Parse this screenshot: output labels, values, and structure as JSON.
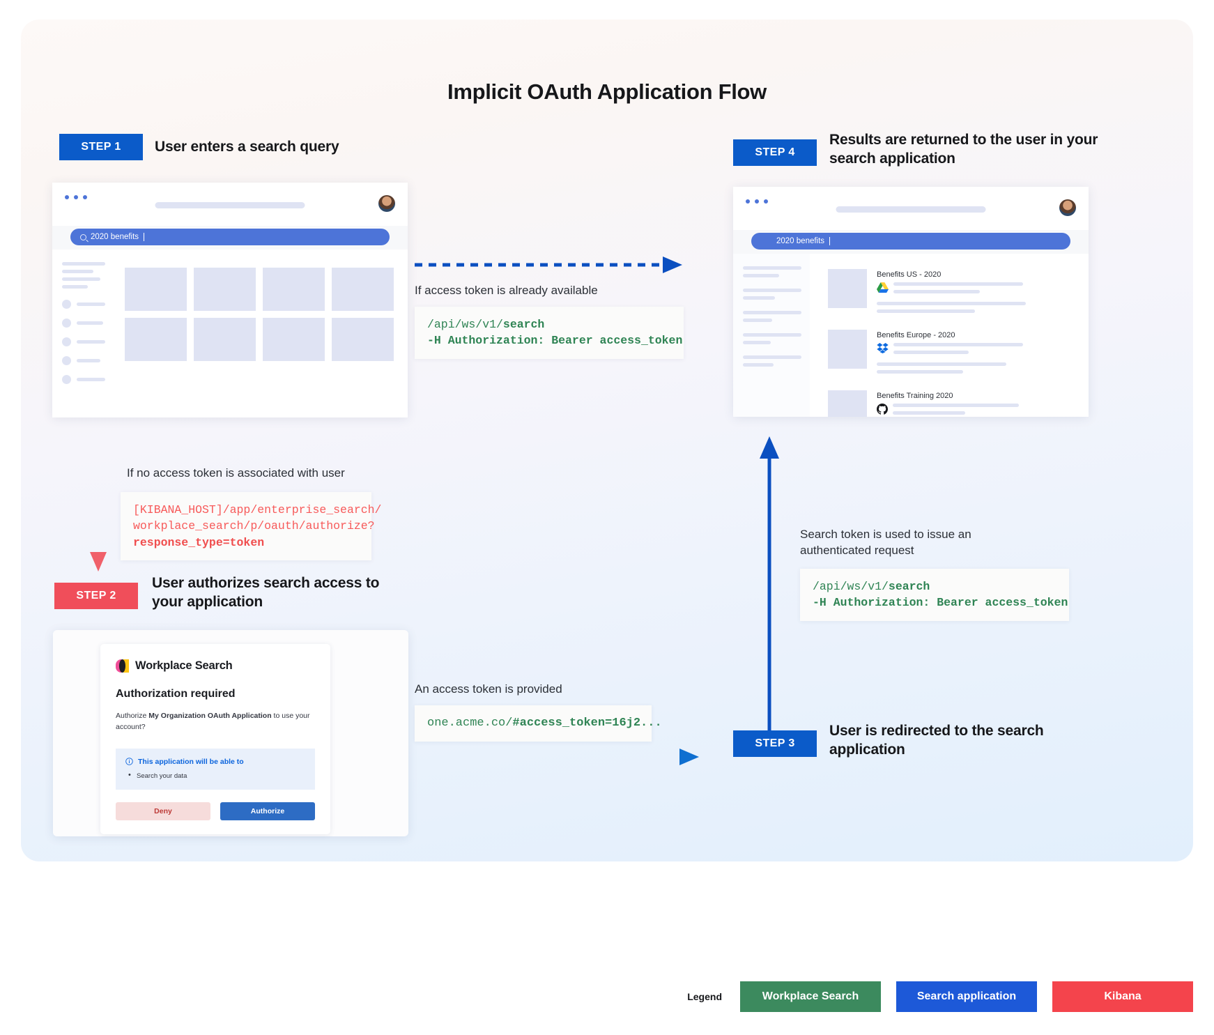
{
  "title": "Implicit OAuth Application Flow",
  "steps": {
    "step1": {
      "pill": "STEP 1",
      "heading": "User enters a search query"
    },
    "step2": {
      "pill": "STEP 2",
      "heading": "User authorizes search access to your application"
    },
    "step3": {
      "pill": "STEP 3",
      "heading": "User is redirected to the search application"
    },
    "step4": {
      "pill": "STEP 4",
      "heading": "Results are returned to the user in your search application"
    }
  },
  "mock1": {
    "search_query": "2020 benefits"
  },
  "mock4": {
    "search_query": "2020 benefits",
    "results": [
      {
        "title": "Benefits US - 2020",
        "icon": "google-drive-icon"
      },
      {
        "title": "Benefits Europe - 2020",
        "icon": "dropbox-icon"
      },
      {
        "title": "Benefits Training 2020",
        "icon": "github-icon"
      }
    ]
  },
  "flows": {
    "token_available": {
      "caption": "If access token is already available",
      "code_line1_plain": "/api/ws/v1/",
      "code_line1_bold": "search",
      "code_line2": "-H Authorization: Bearer access_token"
    },
    "no_token": {
      "caption": "If no access token is associated with user",
      "code_line1": "[KIBANA_HOST]/app/enterprise_search/",
      "code_line2": "workplace_search/p/oauth/authorize?",
      "code_line3_bold": "response_type=token"
    },
    "token_provided": {
      "caption": "An access token is provided",
      "code_plain": "one.acme.co/",
      "code_bold": "#access_token=16j2..."
    },
    "authenticated_request": {
      "caption": "Search token is used to issue an authenticated request",
      "code_line1_plain": "/api/ws/v1/",
      "code_line1_bold": "search",
      "code_line2": "-H Authorization: Bearer access_token"
    }
  },
  "auth_card": {
    "brand": "Workplace Search",
    "heading": "Authorization required",
    "body_pre": "Authorize ",
    "body_bold": "My Organization OAuth Application",
    "body_post": " to use your account?",
    "permission_title": "This application will be able to",
    "permission_item": "Search your data",
    "deny_label": "Deny",
    "authorize_label": "Authorize"
  },
  "legend": {
    "label": "Legend",
    "items": [
      {
        "text": "Workplace Search",
        "color": "#3c8a5e"
      },
      {
        "text": "Search application",
        "color": "#1d59d8"
      },
      {
        "text": "Kibana",
        "color": "#f4444c"
      }
    ]
  },
  "colors": {
    "step_blue": "#0b5bc9",
    "step_red": "#f04e5a",
    "code_green": "#2f8454",
    "code_red": "#f75a5a"
  }
}
